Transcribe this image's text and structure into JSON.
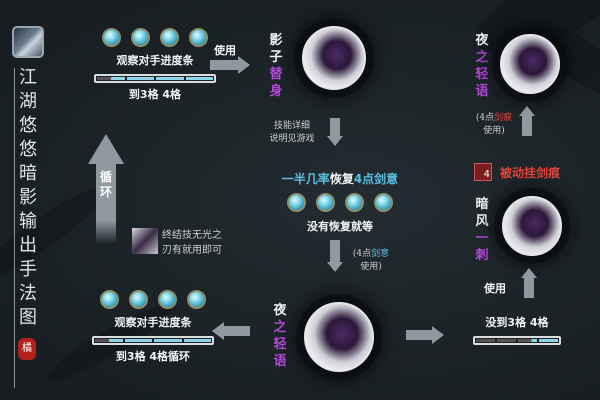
{
  "sidebar": {
    "title_chars": [
      "江",
      "湖",
      "悠",
      "悠",
      "暗",
      "影",
      "输",
      "出",
      "手",
      "法",
      "图"
    ],
    "seal_text": "橘"
  },
  "top_left": {
    "orb_count": 4,
    "label": "观察对手进度条",
    "bar_fill": [
      0.5,
      1,
      1,
      1
    ],
    "caption": "到3格 4格"
  },
  "arrow_use_1": {
    "label": "使用"
  },
  "skill_shadow": {
    "name_chars": [
      {
        "t": "影",
        "c": "w"
      },
      {
        "t": "子",
        "c": "w"
      },
      {
        "t": "替",
        "c": "p"
      },
      {
        "t": "身",
        "c": "p"
      }
    ]
  },
  "skill_detail_note": {
    "line1": "技能详细",
    "line2": "说明见游戏"
  },
  "center": {
    "headline_part1": "一半几率",
    "headline_part2": "恢复",
    "headline_part3": "4点剑意",
    "orb_count": 4,
    "caption": "没有恢复就等"
  },
  "center_use_note": {
    "prefix": "(4点",
    "keyword": "剑意",
    "suffix": "使用)"
  },
  "loop_arrow": {
    "label1": "循",
    "label2": "环"
  },
  "finisher_note": {
    "line1": "终结技无光之",
    "line2": "刃有就用即可"
  },
  "bottom_left": {
    "orb_count": 4,
    "label": "观察对手进度条",
    "bar_fill": [
      0.5,
      1,
      1,
      1
    ],
    "caption": "到3格 4格循环"
  },
  "skill_night_bottom": {
    "name_chars": [
      {
        "t": "夜",
        "c": "w"
      },
      {
        "t": "之",
        "c": "p"
      },
      {
        "t": "轻",
        "c": "p"
      },
      {
        "t": "语",
        "c": "p"
      }
    ]
  },
  "skill_night_top": {
    "name_chars": [
      {
        "t": "夜",
        "c": "w"
      },
      {
        "t": "之",
        "c": "p"
      },
      {
        "t": "轻",
        "c": "p"
      },
      {
        "t": "语",
        "c": "p"
      }
    ]
  },
  "right_use_note": {
    "prefix": "(4点",
    "keyword": "剑痕",
    "suffix": "使用)"
  },
  "passive": {
    "badge_num": "4",
    "label": "被动挂剑痕"
  },
  "skill_dark_wind": {
    "name_chars": [
      {
        "t": "暗",
        "c": "w"
      },
      {
        "t": "风",
        "c": "w"
      },
      {
        "t": "一",
        "c": "p"
      },
      {
        "t": "刺",
        "c": "p"
      }
    ]
  },
  "arrow_use_2": {
    "label": "使用"
  },
  "bottom_right": {
    "caption": "没到3格 4格",
    "bar_fill": [
      0,
      0,
      0.3,
      1
    ]
  },
  "colors": {
    "background": "#1c2327",
    "purple": "#b04ad6",
    "blue": "#5bbde0",
    "red": "#e0433b",
    "arrow_gray": "#8f9aa0",
    "bar_fill": "#8fd3e8"
  }
}
